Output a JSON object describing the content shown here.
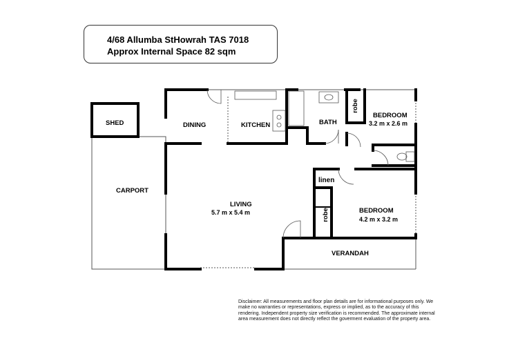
{
  "header": {
    "address": "4/68 Allumba StHowrah TAS 7018",
    "space": "Approx Internal Space 82 sqm"
  },
  "rooms": {
    "shed": "SHED",
    "dining": "DINING",
    "kitchen": "KITCHEN",
    "bath": "BATH",
    "robe1": "robe",
    "bedroom1": "BEDROOM",
    "bedroom1_dim": "3.2 m x 2.6 m",
    "carport": "CARPORT",
    "linen": "linen",
    "living": "LIVING",
    "living_dim": "5.7 m x 5.4 m",
    "robe2": "robe",
    "bedroom2": "BEDROOM",
    "bedroom2_dim": "4.2 m x 3.2 m",
    "verandah": "VERANDAH"
  },
  "disclaimer": "Disclaimer: All measurements and floor plan details are for informational purposes only. We  make no warranties or representations, express or implied, as to the accuracy of this rendering. Independent property size verification is recommended. The approximate internal area measurement does not directly reflect the goverment evaluation of the property area."
}
